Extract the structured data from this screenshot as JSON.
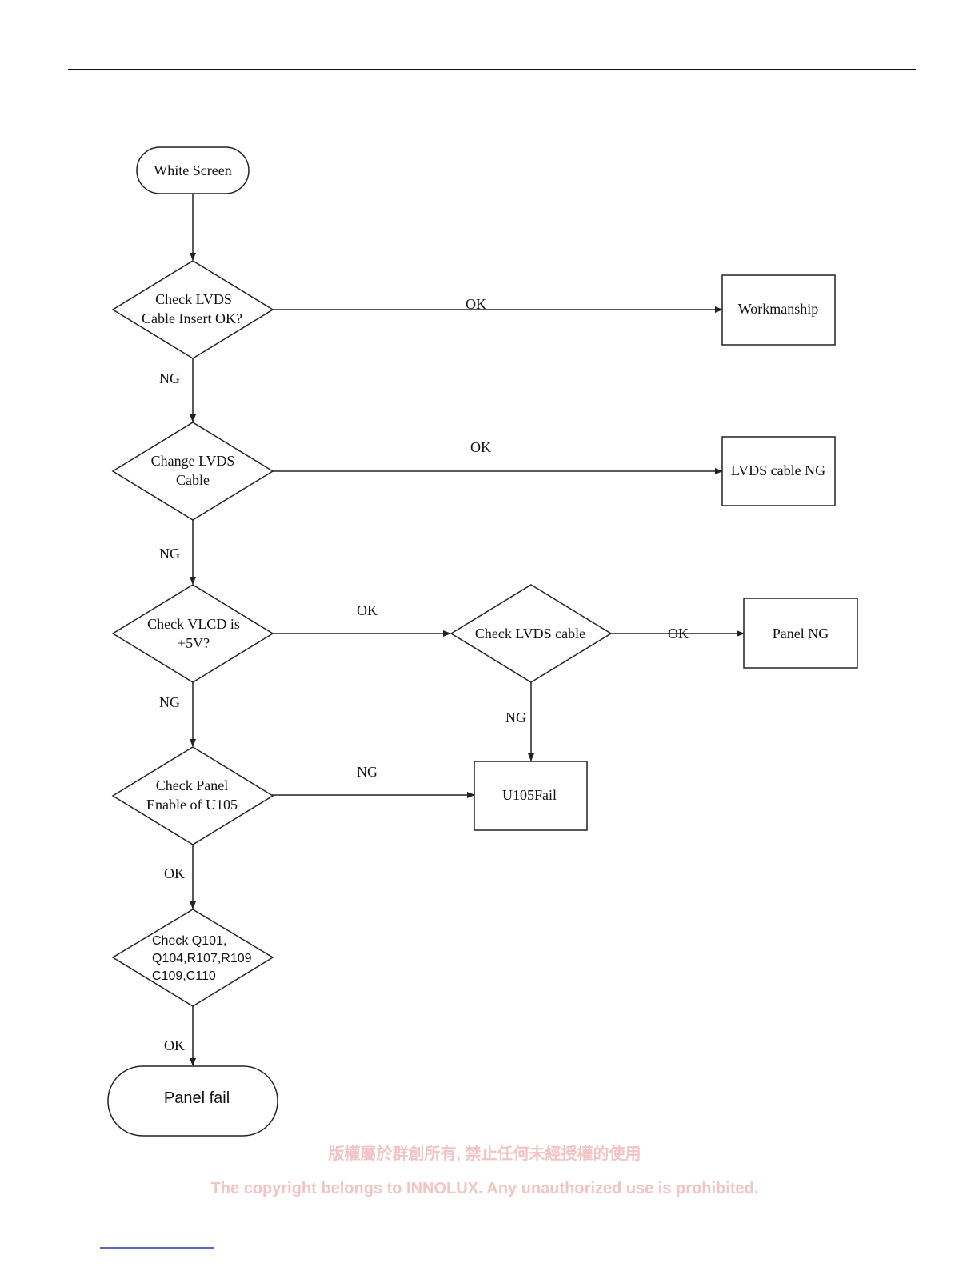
{
  "nodes": {
    "start": "White Screen",
    "d1": [
      "Check LVDS",
      "Cable Insert OK?"
    ],
    "r1": "Workmanship",
    "d2": [
      "Change LVDS",
      "Cable"
    ],
    "r2": "LVDS cable NG",
    "d3": [
      "Check VLCD is",
      "+5V?"
    ],
    "d3b": "Check LVDS cable",
    "r3": "Panel NG",
    "d4": [
      "Check Panel",
      "Enable of U105"
    ],
    "r4": "U105Fail",
    "d5": [
      "Check Q101,",
      "Q104,R107,R109",
      "C109,C110"
    ],
    "end": "Panel fail"
  },
  "edge_labels": {
    "d1_right": "OK",
    "d1_down": "NG",
    "d2_right": "OK",
    "d2_down": "NG",
    "d3_right": "OK",
    "d3_down": "NG",
    "d3b_right": "OK",
    "d3b_down": "NG",
    "d4_right": "NG",
    "d4_down": "OK",
    "d5_down": "OK"
  },
  "watermark": {
    "line1": "版權屬於群創所有, 禁止任何未經授權的使用",
    "line2": "The copyright belongs to INNOLUX. Any unauthorized use is prohibited."
  }
}
